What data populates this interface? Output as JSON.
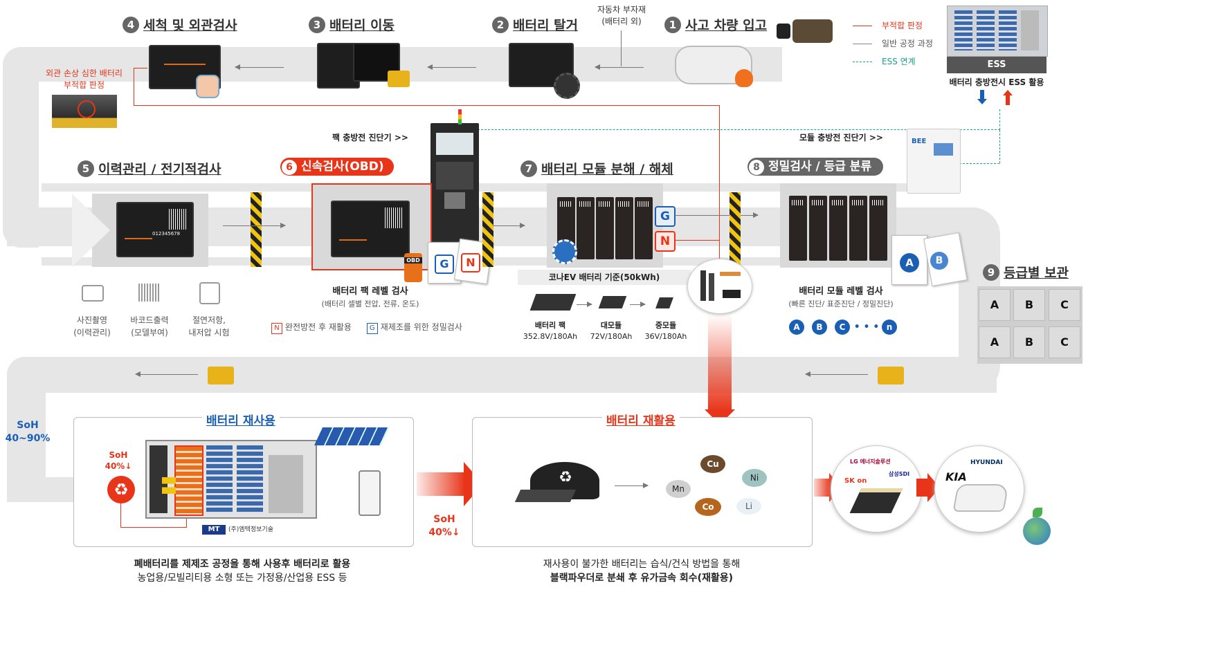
{
  "steps": {
    "s1": {
      "num": "1",
      "label": "사고 차량 입고"
    },
    "s2": {
      "num": "2",
      "label": "배터리 탈거"
    },
    "s3": {
      "num": "3",
      "label": "배터리 이동"
    },
    "s4": {
      "num": "4",
      "label": "세척 및 외관검사"
    },
    "s5": {
      "num": "5",
      "label": "이력관리 / 전기적검사"
    },
    "s6": {
      "num": "6",
      "label": "신속검사(OBD)"
    },
    "s7": {
      "num": "7",
      "label": "배터리 모듈 분해 / 해체"
    },
    "s8": {
      "num": "8",
      "label": "정밀검사 / 등급 분류"
    },
    "s9": {
      "num": "9",
      "label": "등급별 보관"
    }
  },
  "top": {
    "car_parts": "자동차 부자재",
    "car_parts_sub": "(배터리 외)",
    "damage_note_1": "외관 손상 심한 배터리",
    "damage_note_2": "부적합 판정"
  },
  "legend": {
    "red": "부적합 판정",
    "gray": "일반 공정 과정",
    "teal": "ESS 연계"
  },
  "ess": {
    "label": "ESS",
    "caption": "배터리 충방전시 ESS 활용"
  },
  "diag": {
    "pack_diag": "팩 충방전 진단기 >>",
    "module_diag": "모듈 충방전 진단기 >>",
    "bee_label": "BEE"
  },
  "badges": {
    "g": "G",
    "n": "N",
    "obd": "OBD"
  },
  "pack_barcode": "012345678",
  "step5": {
    "icons": [
      {
        "l1": "사진촬영",
        "l2": "(이력관리)"
      },
      {
        "l1": "바코드출력",
        "l2": "(모델부여)"
      },
      {
        "l1": "절연저항,",
        "l2": "내저압 시험"
      }
    ]
  },
  "step6": {
    "title": "배터리 팩 레벨 검사",
    "sub": "(배터리 셀별 전압, 전류, 온도)",
    "note_n": "완전방전 후 재활용",
    "note_g": "재제조를 위한 정밀검사"
  },
  "step7": {
    "kona": "코나EV 배터리 기준(50kWh)",
    "parts": [
      {
        "name": "배터리 팩",
        "spec": "352.8V/180Ah"
      },
      {
        "name": "대모듈",
        "spec": "72V/180Ah"
      },
      {
        "name": "중모듈",
        "spec": "36V/180Ah"
      }
    ]
  },
  "step8": {
    "title": "배터리 모듈 레벨 검사",
    "sub": "(빠른 진단/ 표준진단 / 정밀진단)",
    "grades": [
      "A",
      "B",
      "C",
      "n"
    ],
    "dots": "• • •",
    "doc_grades": [
      "A",
      "B"
    ]
  },
  "storage": {
    "rows": [
      [
        "A",
        "B",
        "C"
      ],
      [
        "A",
        "B",
        "C"
      ]
    ]
  },
  "soh_left": {
    "l1": "SoH",
    "l2": "40~90%"
  },
  "soh_mid": {
    "l1": "SoH",
    "l2": "40%↓"
  },
  "reuse": {
    "title": "배터리 재사용",
    "soh_l1": "SoH",
    "soh_l2": "40%↓",
    "company": "(주)엠텍정보기술",
    "logo_text": "MT",
    "desc1": "폐배터리를 제제조 공정을 통해 사용후 배터리로 활용",
    "desc2": "농업용/모빌리티용 소형 또는 가정용/산업용 ESS 등"
  },
  "recycle": {
    "title": "배터리 재활용",
    "metals": [
      "Cu",
      "Ni",
      "Mn",
      "Co",
      "Li"
    ],
    "desc1": "재사용이 불가한 배터리는 습식/건식 방법을 통해",
    "desc2": "블랙파우더로 분쇄 후 유가금속 회수(재활용)"
  },
  "partners": {
    "lg": "LG 에너지솔루션",
    "sk": "SK on",
    "samsung": "삼성SDI",
    "kia": "KIA",
    "hyundai": "HYUNDAI"
  },
  "colors": {
    "accent": "#e8351a",
    "blue": "#1a5fb4",
    "teal": "#1aa08a",
    "track": "#e6e6e6"
  }
}
